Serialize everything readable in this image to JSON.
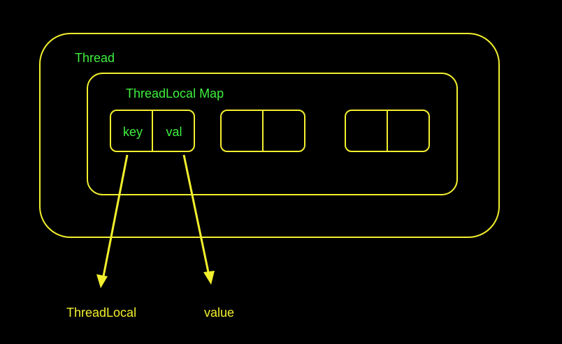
{
  "colors": {
    "background": "#000000",
    "stroke": "#f2ef2e",
    "label_green": "#3ef03e",
    "label_yellow": "#f2ef2e"
  },
  "thread": {
    "label": "Thread"
  },
  "map": {
    "label": "ThreadLocal Map",
    "entries": [
      {
        "key": "key",
        "val": "val"
      },
      {
        "key": "",
        "val": ""
      },
      {
        "key": "",
        "val": ""
      }
    ]
  },
  "targets": {
    "key_target": "ThreadLocal",
    "val_target": "value"
  }
}
